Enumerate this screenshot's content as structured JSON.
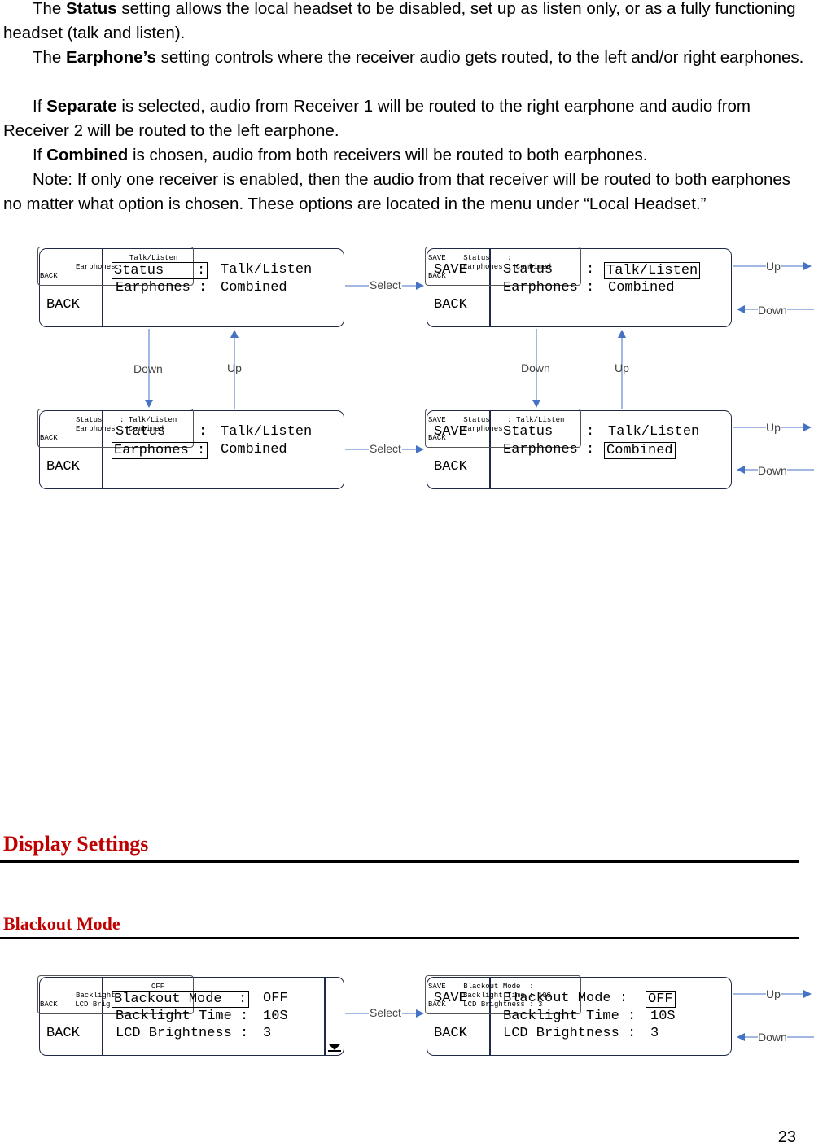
{
  "intro": {
    "p1_bold": "Status",
    "p1_rest": " setting allows the local headset to be disabled, set up as listen only, or as a fully functioning headset (talk and listen).",
    "p2_bold": "Earphone’s",
    "p2_rest": " setting controls where the receiver audio gets routed, to the left and/or right earphones.",
    "p3_pre": "If ",
    "p3_bold": "Separate",
    "p3_rest": " is selected, audio from Receiver 1 will be routed to the right earphone and audio from Receiver 2 will be routed to the left earphone.",
    "p4_pre": "If ",
    "p4_bold": "Combined",
    "p4_rest": " is chosen, audio from both receivers will be routed to both earphones.",
    "p5": "Note: If only one receiver is enabled, then the audio from that receiver will be routed to both earphones no matter what option is chosen. These options are located in the menu under “Local Headset.”",
    "the": "The "
  },
  "headset_screens": {
    "back": "BACK",
    "save": "SAVE",
    "status_label": "Status",
    "earphones_label": "Earphones",
    "colon": ":",
    "status_value": "Talk/Listen",
    "earphones_value": "Combined",
    "tiny_talk": "Talk/Listen",
    "tiny_earph": "Earphones",
    "tiny_status_row": "Status    : Talk/Listen",
    "tiny_earph_row": "Earphones : Combined",
    "tiny_status_row_colon": "Status    :",
    "tiny_earph_combined": "Earphones : Combined",
    "tiny_back": "BACK",
    "tiny_save": "SAVE"
  },
  "arrows": {
    "select": "Select",
    "up": "Up",
    "down": "Down"
  },
  "display_heading": "Display Settings",
  "blackout_heading": "Blackout Mode",
  "blackout_screens": {
    "back": "BACK",
    "save": "SAVE",
    "blackout_label": "Blackout Mode",
    "blackout_value": "OFF",
    "backlight_label": "Backlight Time",
    "backlight_value": "10S",
    "lcd_label": "LCD Brightness",
    "lcd_value": "3",
    "tiny_off": "OFF",
    "tiny_backlight": "Backlight",
    "tiny_lcd": "LCD Brig",
    "tiny_blackout_row": "Blackout Mode  :",
    "tiny_backlight_row": "Backlight Time : 10S",
    "tiny_lcd_row": "LCD Brightness : 3"
  },
  "page_number": "23"
}
